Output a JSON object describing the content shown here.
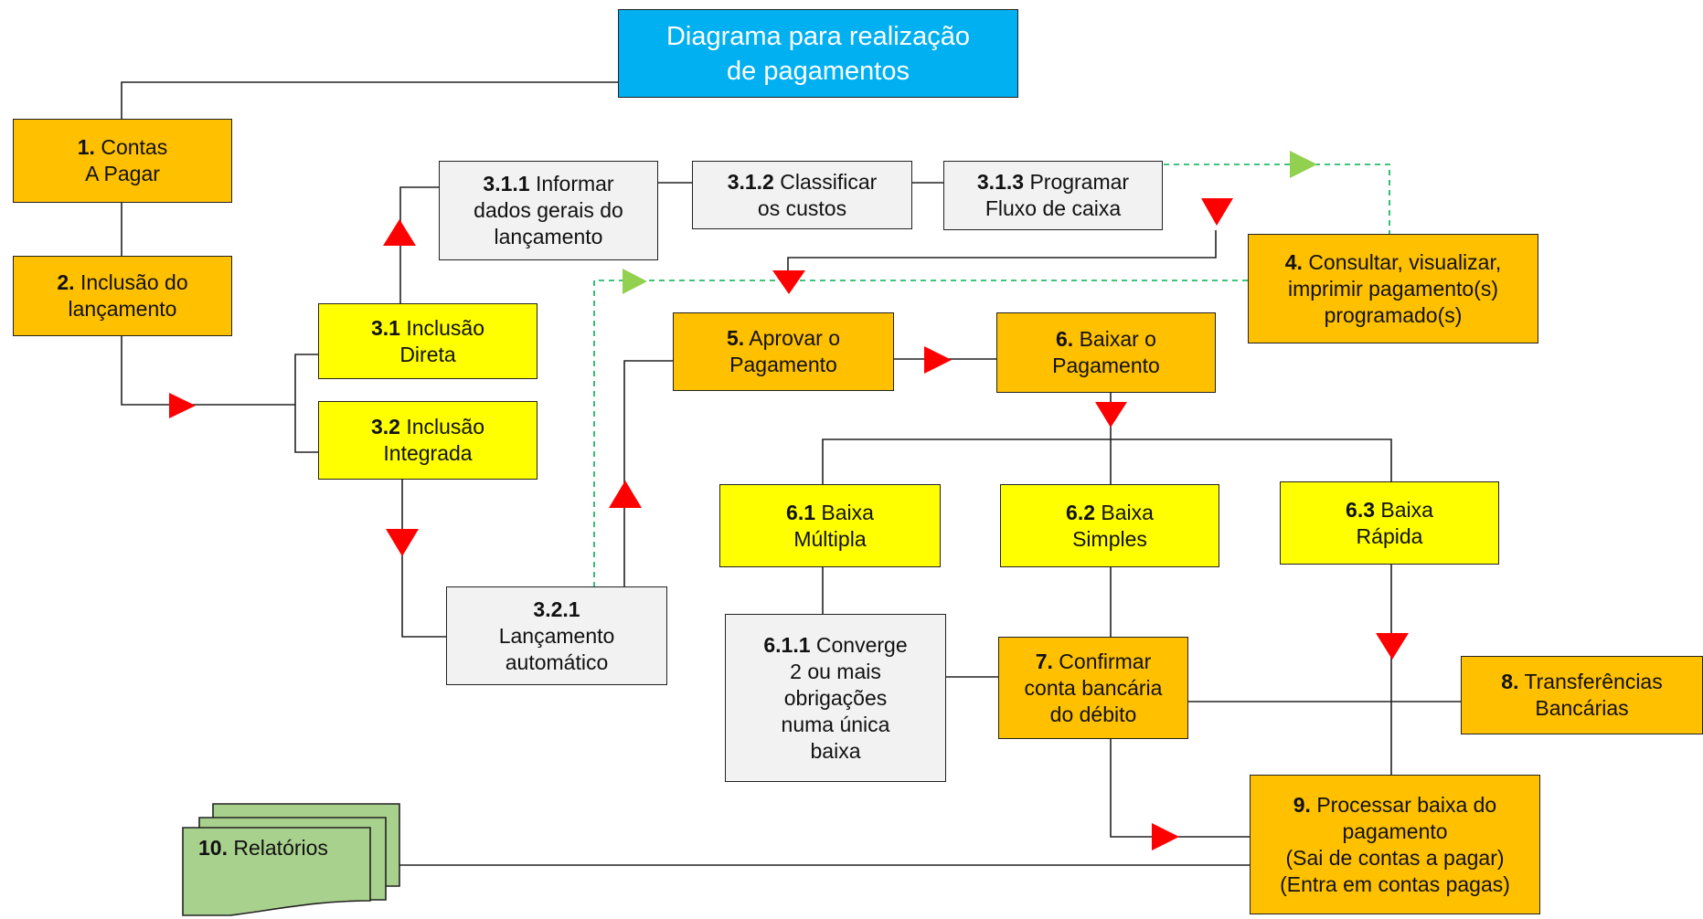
{
  "title": {
    "line1": "Diagrama para realização",
    "line2": "de pagamentos"
  },
  "colors": {
    "title_fill": "#00B0F0",
    "primary_step_fill": "#FFC000",
    "sub_step_fill": "#FFFF00",
    "detail_step_fill": "#F2F2F2",
    "report_fill": "#A9D18E",
    "arrow_red": "#FF0000",
    "arrow_green": "#92D050",
    "dashed_connector": "#00B050"
  },
  "boxes": {
    "b1": {
      "num": "1.",
      "text": "Contas",
      "line2": "A Pagar"
    },
    "b2": {
      "num": "2.",
      "text": "Inclusão do",
      "line2": "lançamento"
    },
    "b31": {
      "num": "3.1",
      "text": "Inclusão",
      "line2": "Direta"
    },
    "b32": {
      "num": "3.2",
      "text": "Inclusão",
      "line2": "Integrada"
    },
    "b311": {
      "num": "3.1.1",
      "text": "Informar",
      "line2": "dados gerais do",
      "line3": "lançamento"
    },
    "b312": {
      "num": "3.1.2",
      "text": "Classificar",
      "line2": "os custos"
    },
    "b313": {
      "num": "3.1.3",
      "text": "Programar",
      "line2": "Fluxo de caixa"
    },
    "b321": {
      "num": "3.2.1",
      "line2": "Lançamento",
      "line3": "automático"
    },
    "b4": {
      "num": "4.",
      "text": "Consultar, visualizar,",
      "line2": "imprimir pagamento(s)",
      "line3": "programado(s)"
    },
    "b5": {
      "num": "5.",
      "text": "Aprovar o",
      "line2": "Pagamento"
    },
    "b6": {
      "num": "6.",
      "text": "Baixar o",
      "line2": "Pagamento"
    },
    "b61": {
      "num": "6.1",
      "text": "Baixa",
      "line2": "Múltipla"
    },
    "b62": {
      "num": "6.2",
      "text": "Baixa",
      "line2": "Simples"
    },
    "b63": {
      "num": "6.3",
      "text": "Baixa",
      "line2": "Rápida"
    },
    "b611": {
      "num": "6.1.1",
      "text": "Converge",
      "line2": "2 ou mais",
      "line3": "obrigações",
      "line4": "numa única",
      "line5": "baixa"
    },
    "b7": {
      "num": "7.",
      "text": "Confirmar",
      "line2": "conta bancária",
      "line3": "do débito"
    },
    "b8": {
      "num": "8.",
      "text": "Transferências",
      "line2": "Bancárias"
    },
    "b9": {
      "num": "9.",
      "text": "Processar baixa do",
      "line2": "pagamento",
      "line3": "(Sai de contas a pagar)",
      "line4": "(Entra em contas pagas)"
    },
    "b10": {
      "num": "10.",
      "text": "Relatórios"
    }
  }
}
